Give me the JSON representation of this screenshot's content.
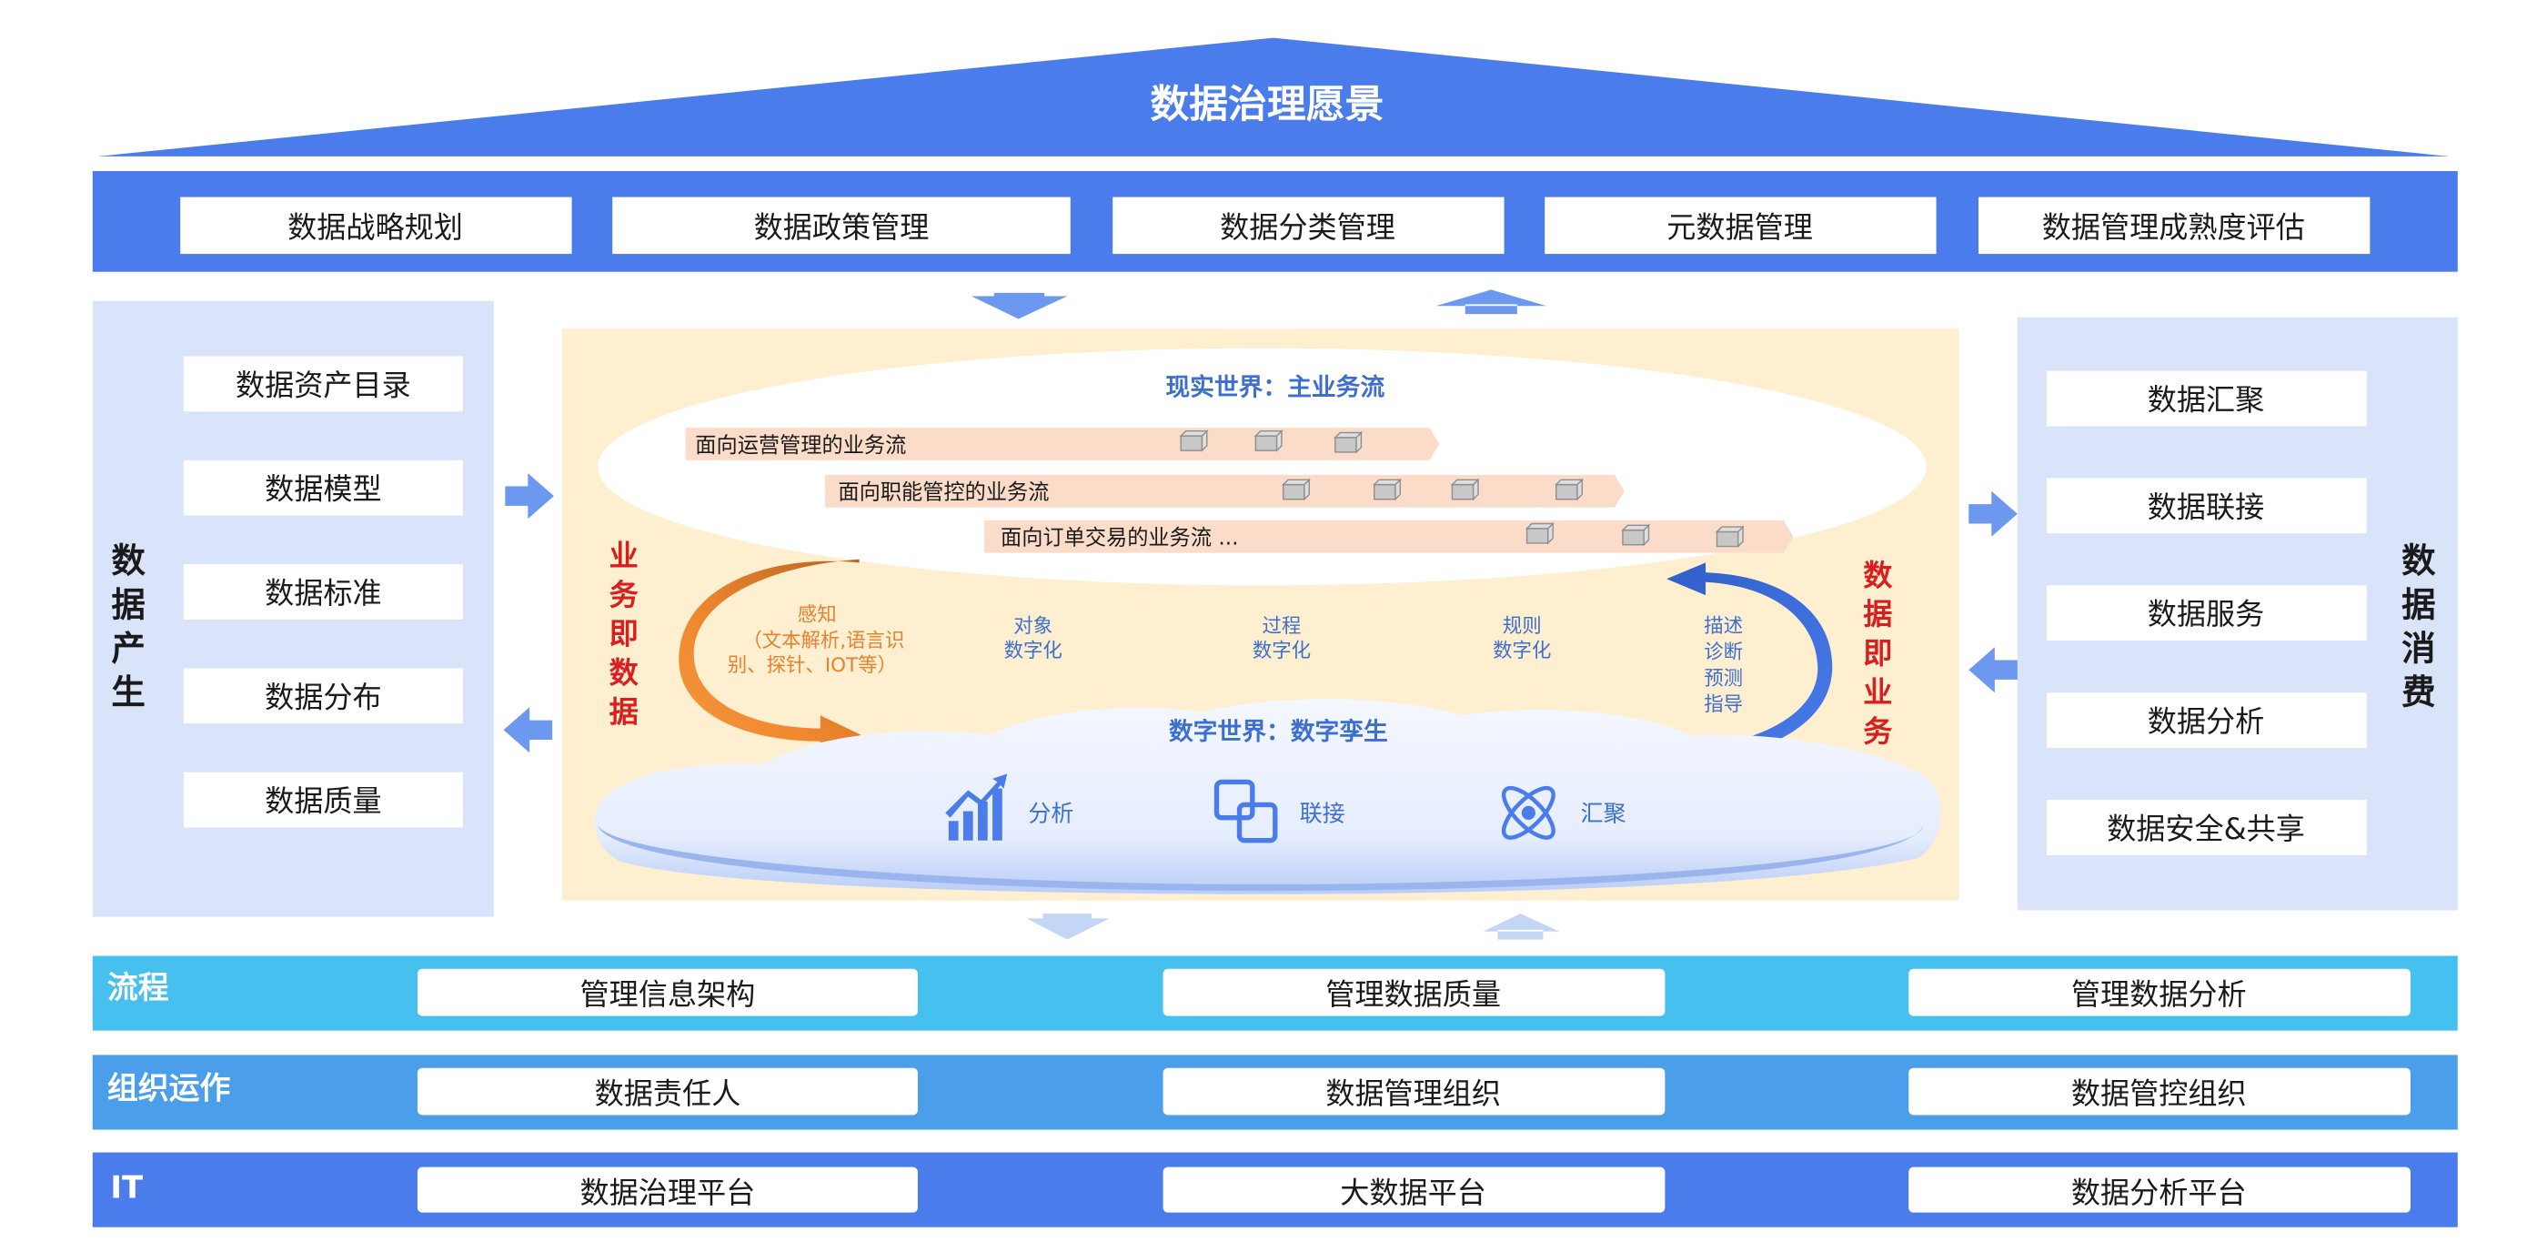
{
  "title": "数据治理愿景",
  "top_items": [
    "数据战略规划",
    "数据政策管理",
    "数据分类管理",
    "元数据管理",
    "数据管理成熟度评估"
  ],
  "left_panel": {
    "label": [
      "数",
      "据",
      "产",
      "生"
    ],
    "items": [
      "数据资产目录",
      "数据模型",
      "数据标准",
      "数据分布",
      "数据质量"
    ]
  },
  "right_panel": {
    "label": [
      "数",
      "据",
      "消",
      "费"
    ],
    "items": [
      "数据汇聚",
      "数据联接",
      "数据服务",
      "数据分析",
      "数据安全&共享"
    ]
  },
  "center": {
    "real_world": "现实世界：主业务流",
    "flows": [
      "面向运营管理的业务流",
      "面向职能管控的业务流",
      "面向订单交易的业务流 ..."
    ],
    "left_vertical": [
      "业",
      "务",
      "即",
      "数",
      "据"
    ],
    "right_vertical": [
      "数",
      "据",
      "即",
      "业",
      "务"
    ],
    "sense_lines": [
      "感知",
      "（文本解析,语言识",
      "别、探针、IOT等）"
    ],
    "digitize": [
      {
        "lines": [
          "对象",
          "数字化"
        ]
      },
      {
        "lines": [
          "过程",
          "数字化"
        ]
      },
      {
        "lines": [
          "规则",
          "数字化"
        ]
      }
    ],
    "describe_lines": [
      "描述",
      "诊断",
      "预测",
      "指导"
    ],
    "digital_world": "数字世界：数字孪生",
    "cloud_items": [
      {
        "icon": "chart-growth-icon",
        "label": "分析"
      },
      {
        "icon": "link-icon",
        "label": "联接"
      },
      {
        "icon": "atom-icon",
        "label": "汇聚"
      }
    ]
  },
  "rows": [
    {
      "label": "流程",
      "items": [
        "管理信息架构",
        "管理数据质量",
        "管理数据分析"
      ]
    },
    {
      "label": "组织运作",
      "items": [
        "数据责任人",
        "数据管理组织",
        "数据管控组织"
      ]
    },
    {
      "label": "IT",
      "items": [
        "数据治理平台",
        "大数据平台",
        "数据分析平台"
      ]
    }
  ],
  "colors": {
    "primary": "#4a7cec",
    "light_panel": "#d9e4fb",
    "center_bg": "#fdefcf",
    "flow_bar": "#fbdcc9",
    "red_text": "#d81e1e",
    "orange": "#e9812f",
    "dark_blue": "#3d6fd0",
    "row1": "#46c0ee",
    "row2": "#4a9eea",
    "row3": "#4a7cec"
  }
}
